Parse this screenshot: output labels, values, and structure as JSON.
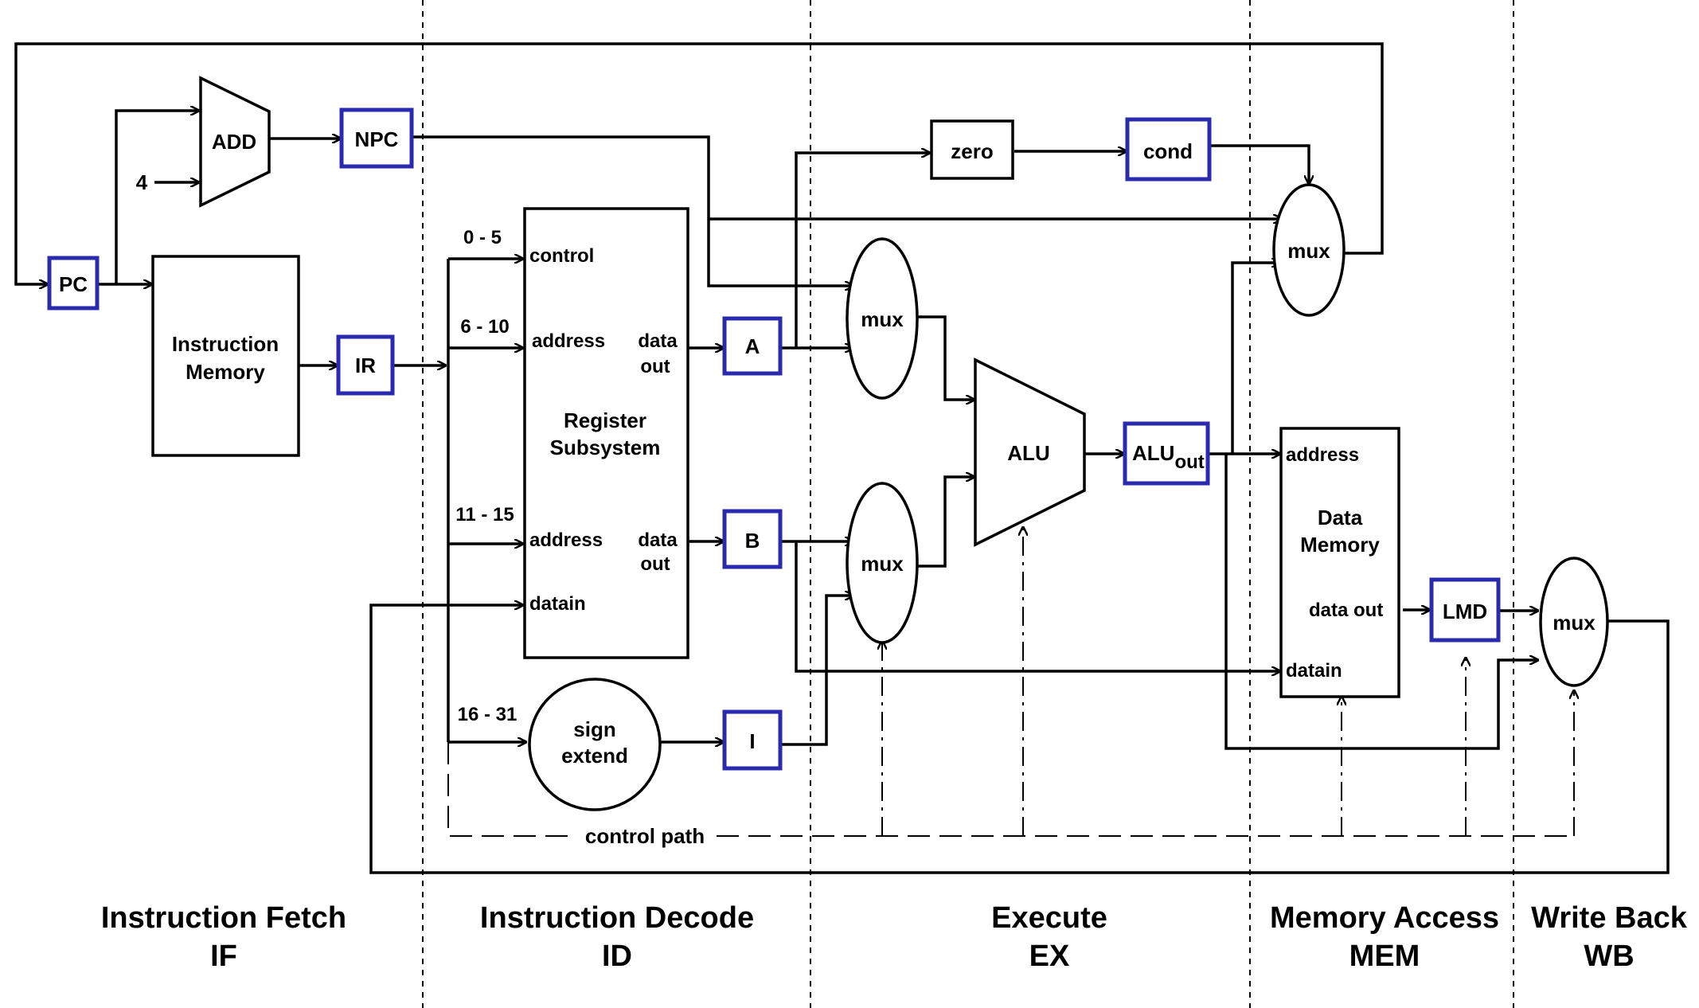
{
  "blocks": {
    "pc": "PC",
    "add": "ADD",
    "add_const": "4",
    "npc": "NPC",
    "imem_1": "Instruction",
    "imem_2": "Memory",
    "ir": "IR",
    "reg_title_1": "Register",
    "reg_title_2": "Subsystem",
    "reg_control": "control",
    "reg_address1": "address",
    "reg_address2": "address",
    "reg_datain": "datain",
    "reg_dataout1_a": "data",
    "reg_dataout1_b": "out",
    "reg_dataout2_a": "data",
    "reg_dataout2_b": "out",
    "sign_1": "sign",
    "sign_2": "extend",
    "a": "A",
    "b": "B",
    "i": "I",
    "zero": "zero",
    "cond": "cond",
    "mux": "mux",
    "alu": "ALU",
    "aluout": "ALU",
    "aluout_sub": "out",
    "dmem_address": "address",
    "dmem_title_1": "Data",
    "dmem_title_2": "Memory",
    "dmem_dataout": "data out",
    "dmem_datain": "datain",
    "lmd": "LMD"
  },
  "bit_ranges": [
    "0 - 5",
    "6 - 10",
    "11 - 15",
    "16 - 31"
  ],
  "control_path": "control path",
  "stages": [
    {
      "name": "Instruction Fetch",
      "abbr": "IF"
    },
    {
      "name": "Instruction Decode",
      "abbr": "ID"
    },
    {
      "name": "Execute",
      "abbr": "EX"
    },
    {
      "name": "Memory Access",
      "abbr": "MEM"
    },
    {
      "name": "Write Back",
      "abbr": "WB"
    }
  ],
  "colors": {
    "register_border": "#2a2aae",
    "line": "#000000"
  }
}
